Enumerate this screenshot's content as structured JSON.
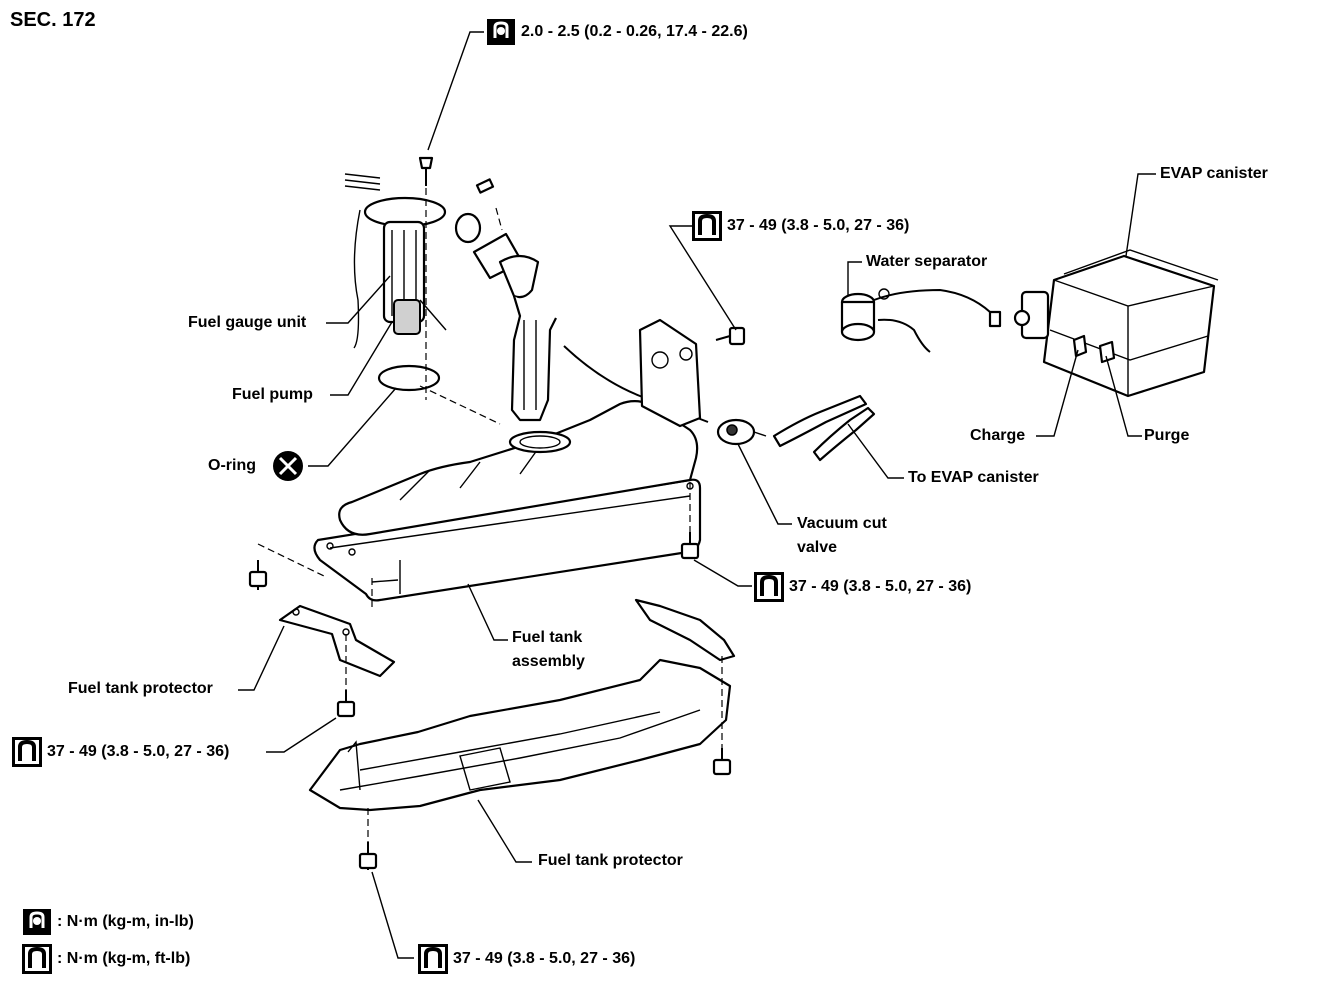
{
  "section": "SEC. 172",
  "torques": {
    "top": "2.0 - 2.5 (0.2 - 0.26, 17.4 - 22.6)",
    "bracket_bolt": "37 - 49 (3.8 - 5.0, 27 - 36)",
    "tank_bolt": "37 - 49 (3.8 - 5.0, 27 - 36)",
    "protector_bolt_left": "37 - 49 (3.8 - 5.0, 27 - 36)",
    "protector_bolt_bottom": "37 - 49 (3.8 - 5.0, 27 - 36)"
  },
  "labels": {
    "evap_canister": "EVAP canister",
    "water_separator": "Water separator",
    "fuel_gauge_unit": "Fuel gauge unit",
    "fuel_pump": "Fuel pump",
    "o_ring": "O-ring",
    "charge": "Charge",
    "purge": "Purge",
    "to_evap_canister": "To EVAP canister",
    "vacuum_cut_valve_1": "Vacuum cut",
    "vacuum_cut_valve_2": "valve",
    "fuel_tank_assembly_1": "Fuel tank",
    "fuel_tank_assembly_2": "assembly",
    "fuel_tank_protector_upper": "Fuel tank protector",
    "fuel_tank_protector_lower": "Fuel tank protector"
  },
  "legend": [
    {
      "icon": "filled-wrench-icon",
      "text": ": N·m (kg-m, in-lb)"
    },
    {
      "icon": "open-wrench-icon",
      "text": ": N·m (kg-m, ft-lb)"
    }
  ],
  "colors": {
    "ink": "#000000",
    "paper": "#ffffff",
    "shade": "#d0d0d0"
  }
}
